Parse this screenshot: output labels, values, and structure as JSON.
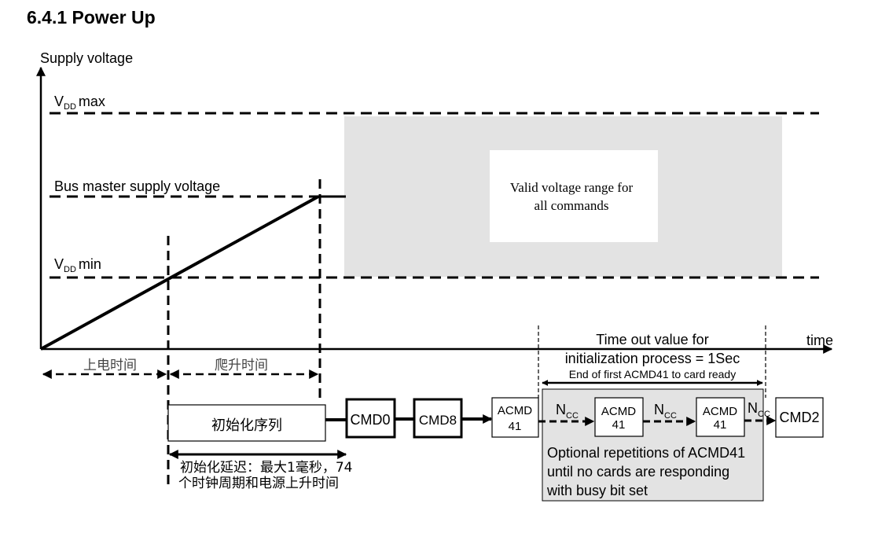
{
  "title": "6.4.1 Power Up",
  "axis": {
    "y_label": "Supply voltage",
    "x_label": "time"
  },
  "levels": {
    "vdd_max": {
      "main": "V",
      "sub": "DD",
      "suffix": "max"
    },
    "bus_master": "Bus master supply voltage",
    "vdd_min": {
      "main": "V",
      "sub": "DD",
      "suffix": "min"
    }
  },
  "valid_range": {
    "line1": "Valid voltage range for",
    "line2": "all commands"
  },
  "intervals": {
    "power_on_time": "上电时间",
    "ramp_time": "爬升时间"
  },
  "sequence": {
    "init_box": "初始化序列",
    "cmd0": "CMD0",
    "cmd8": "CMD8",
    "acmd41": {
      "line1": "ACMD",
      "line2": "41"
    },
    "cmd2": "CMD2",
    "ncc": {
      "main": "N",
      "sub": "CC"
    }
  },
  "init_delay": {
    "line1": "初始化延迟：最大1毫秒，74",
    "line2": "个时钟周期和电源上升时间"
  },
  "timeout": {
    "line1": "Time out value for",
    "line2": "initialization process = 1Sec",
    "line3": "End of first ACMD41 to card ready"
  },
  "optional": {
    "line1": "Optional repetitions of ACMD41",
    "line2": "until no cards are responding",
    "line3": "with busy bit set"
  }
}
